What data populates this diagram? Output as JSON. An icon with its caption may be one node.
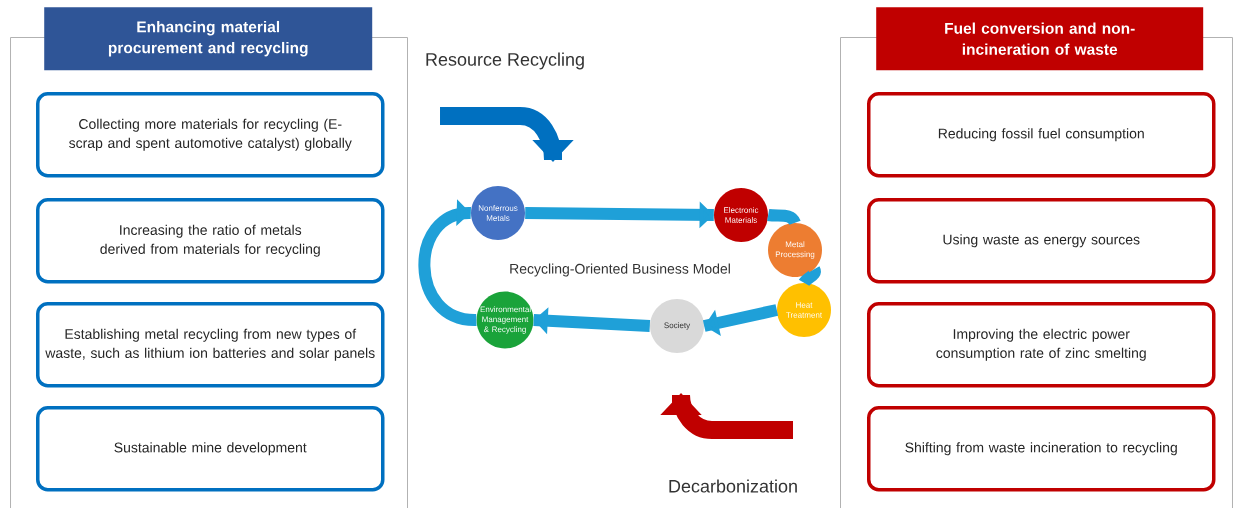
{
  "diagram": {
    "nodes": [
      {
        "text": [
          "Enhancing material procurement and  recycling"
        ]
      },
      {
        "text": [
          "Collecting more materials for recycling (E-scrap and spent automotive catalyst) globally"
        ],
        "in": 0
      },
      {
        "text": [
          "Increasing the ratio of metals derived from materials for recycling"
        ],
        "in": 0
      },
      {
        "text": [
          "Establishing metal recycling from new types of waste, such as lithium ion batteries and solar panels"
        ],
        "in": 0
      },
      {
        "text": [
          "Sustainable mine development"
        ],
        "in": 0
      },
      {
        "text": [
          "Fuel conversion and non-incineration of waste"
        ]
      },
      {
        "text": [
          "Reducing fossil fuel consumption"
        ],
        "in": 5
      },
      {
        "text": [
          "Using waste as energy sources"
        ],
        "in": 5
      },
      {
        "text": [
          "Improving the electric power consumption rate of zinc smelting"
        ],
        "in": 5
      },
      {
        "text": [
          "Shifting from waste incineration to recycling"
        ],
        "in": 5
      },
      {
        "text": [
          "Nonferrous Metals"
        ]
      },
      {
        "text": [
          "Electronic Materials"
        ]
      },
      {
        "text": [
          "Metal Processing"
        ]
      },
      {
        "text": [
          "Heat Treatment"
        ]
      },
      {
        "text": [
          "Society"
        ]
      },
      {
        "text": [
          "Environmental Management & Recycling"
        ]
      }
    ],
    "edges": [
      {
        "from": 10,
        "to": 11,
        "arrow": "to"
      },
      {
        "from": 11,
        "to": 12,
        "arrow": "none"
      },
      {
        "from": 12,
        "to": 13,
        "arrow": "none"
      },
      {
        "from": 13,
        "to": 14,
        "arrow": "to"
      },
      {
        "from": 14,
        "to": 15,
        "arrow": "to"
      },
      {
        "from": 15,
        "to": 10,
        "arrow": "to"
      }
    ],
    "labels": [
      "Resource Recycling",
      "Recycling-Oriented Business Model",
      "Decarbonization"
    ]
  }
}
